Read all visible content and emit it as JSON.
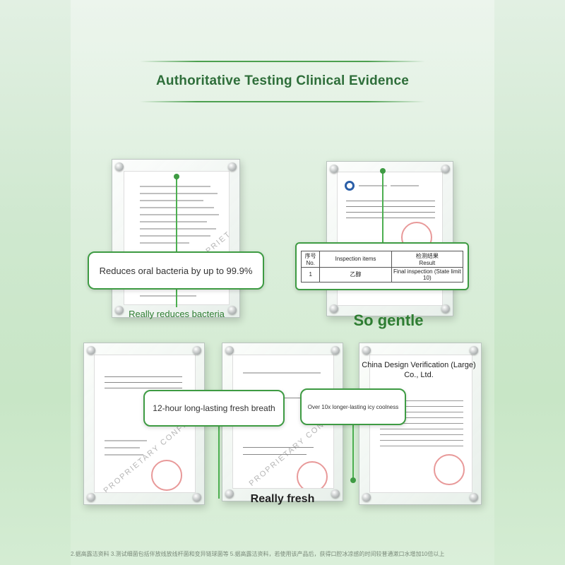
{
  "header": {
    "title": "Authoritative Testing Clinical Evidence"
  },
  "callouts": {
    "bacteria": "Reduces oral bacteria by up to 99.9%",
    "fresh_breath": "12-hour long-lasting fresh breath",
    "icy": "Over 10x longer-lasting icy coolness"
  },
  "labels": {
    "really_reduces": "Really reduces bacteria",
    "so_gentle": "So gentle",
    "really_fresh": "Really fresh",
    "company": "China Design Verification (Large) Co., Ltd."
  },
  "inspection_table": {
    "col1_cn": "序号",
    "col1_en": "No.",
    "col2": "Inspection items",
    "col3_cn": "检测结果",
    "col3_en": "Result",
    "row_no": "1",
    "row_item": "乙醇",
    "row_result": "Final inspection (State limit 10)"
  },
  "watermarks": {
    "proprietary": "PROPRIETARY CONFIDENTIAL"
  },
  "footer": {
    "text": "2.据高露洁资料 3.测试细菌包括伴放线放线杆菌和变异链球菌等 5.据高露洁资料，若使用该产品后，获得口腔冰凉感的时间较普通漱口水增加10倍以上"
  },
  "colors": {
    "accent": "#3e9b43",
    "title": "#2e6e3a"
  }
}
